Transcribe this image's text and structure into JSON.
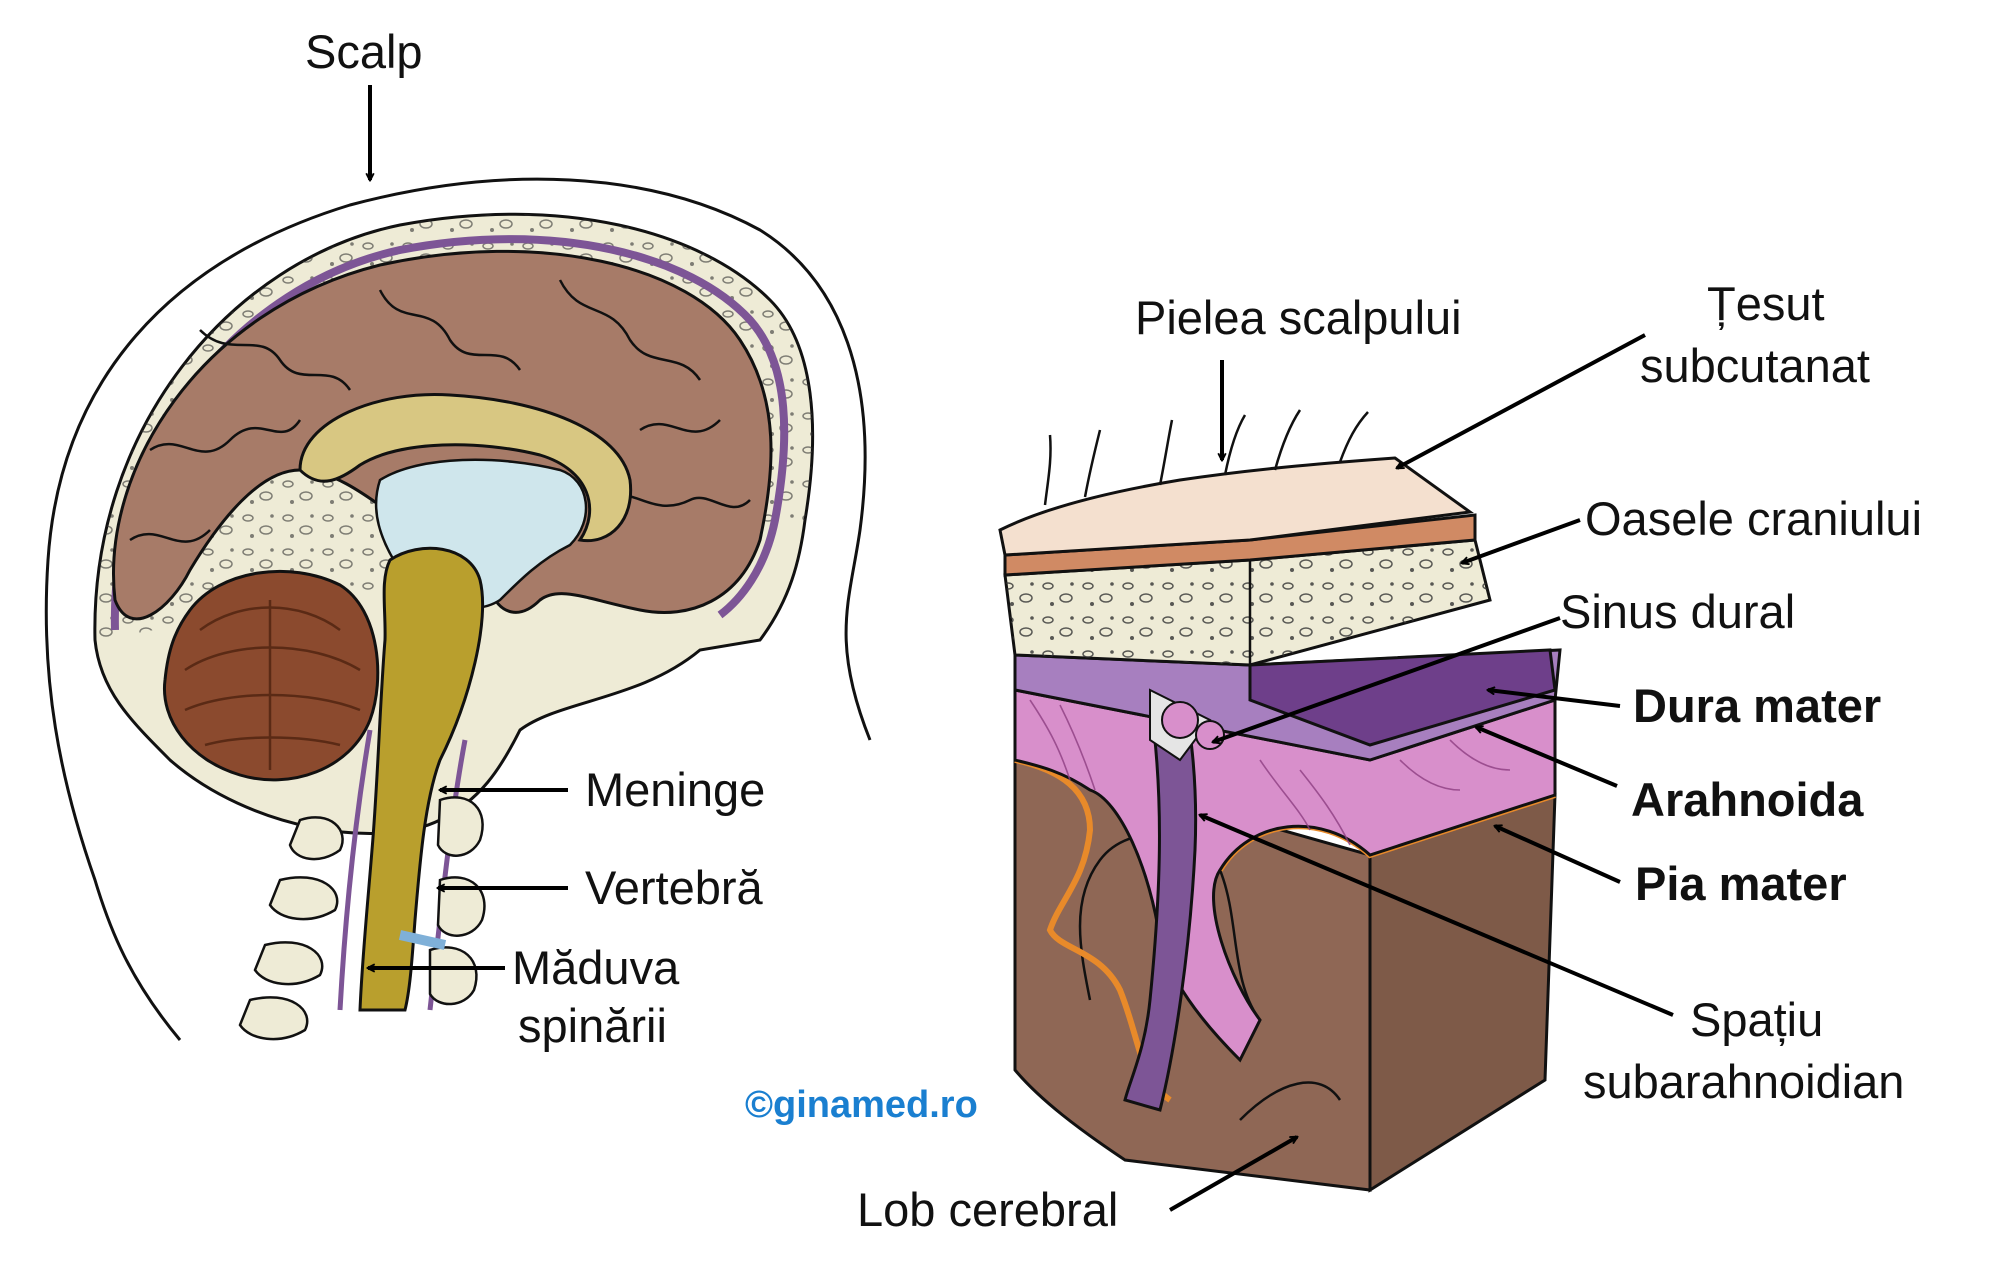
{
  "labels": {
    "scalp": "Scalp",
    "meninge": "Meninge",
    "vertebra": "Vertebră",
    "maduva_line1": "Măduva",
    "maduva_line2": "spinării",
    "pielea": "Pielea scalpului",
    "tesut_line1": "Țesut",
    "tesut_line2": "subcutanat",
    "oasele": "Oasele craniului",
    "sinus": "Sinus dural",
    "dura": "Dura mater",
    "arahnoida": "Arahnoida",
    "pia": "Pia mater",
    "spatiu_line1": "Spațiu",
    "spatiu_line2": "subarahnoidian",
    "lob": "Lob cerebral"
  },
  "watermark": "©ginamed.ro",
  "colors": {
    "brain": "#A77B68",
    "corpus_callosum": "#D8C782",
    "brainstem": "#B99F2D",
    "ventricle": "#CFE6EC",
    "bone": "#EEEBD6",
    "meninges_purple": "#7D5596",
    "arachnoid_pink": "#D88FCB",
    "skin": "#F4E0CF",
    "subcutaneous": "#D08A64",
    "pia_orange": "#E88A2A",
    "brain_block": "#8F6755",
    "watermark": "#1A7FD0"
  }
}
